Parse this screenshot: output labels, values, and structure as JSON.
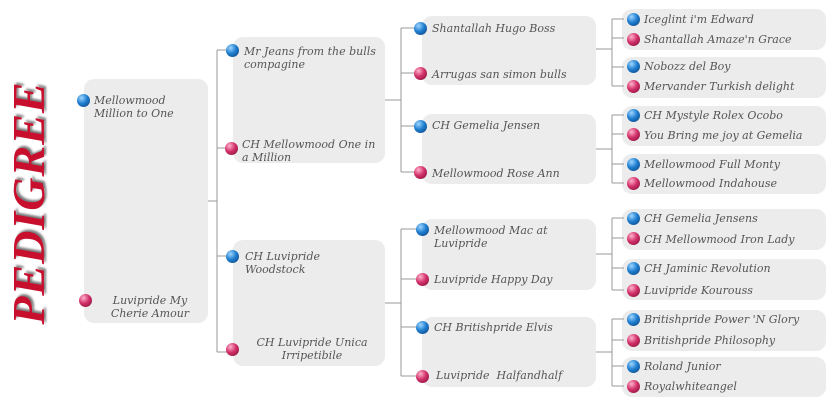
{
  "title": "PEDIGREE",
  "colors": {
    "male": "#1f7fd0",
    "female": "#d2306a",
    "title": "#c8102e",
    "box": "#ececec"
  },
  "gen1": [
    {
      "name": "Mellowmood Million to One",
      "sex": "male"
    },
    {
      "name": "Luvipride My Cherie Amour",
      "sex": "female"
    }
  ],
  "gen2": [
    {
      "name": "Mr Jeans from the bulls compagine",
      "sex": "male"
    },
    {
      "name": "CH Mellowmood One in a Million",
      "sex": "female"
    },
    {
      "name": "CH Luvipride Woodstock",
      "sex": "male"
    },
    {
      "name": "CH Luvipride Unica Irripetibile",
      "sex": "female"
    }
  ],
  "gen3": [
    {
      "name": "Shantallah Hugo Boss",
      "sex": "male"
    },
    {
      "name": "Arrugas san simon bulls",
      "sex": "female"
    },
    {
      "name": "CH Gemelia Jensen",
      "sex": "male"
    },
    {
      "name": "Mellowmood Rose Ann",
      "sex": "female"
    },
    {
      "name": "Mellowmood Mac at Luvipride",
      "sex": "male"
    },
    {
      "name": "Luvipride Happy Day",
      "sex": "female"
    },
    {
      "name": "CH Britishpride Elvis",
      "sex": "male"
    },
    {
      "name": "Luvipride  Halfandhalf",
      "sex": "female"
    }
  ],
  "gen4": [
    {
      "name": "Iceglint i'm Edward",
      "sex": "male"
    },
    {
      "name": "Shantallah Amaze'n Grace",
      "sex": "female"
    },
    {
      "name": "Nobozz del Boy",
      "sex": "male"
    },
    {
      "name": "Mervander Turkish delight",
      "sex": "female"
    },
    {
      "name": "CH Mystyle Rolex Ocobo",
      "sex": "male"
    },
    {
      "name": "You Bring me joy at Gemelia",
      "sex": "female"
    },
    {
      "name": "Mellowmood Full Monty",
      "sex": "male"
    },
    {
      "name": "Mellowmood Indahouse",
      "sex": "female"
    },
    {
      "name": "CH Gemelia Jensens",
      "sex": "male"
    },
    {
      "name": "CH Mellowmood Iron Lady",
      "sex": "female"
    },
    {
      "name": "CH Jaminic Revolution",
      "sex": "male"
    },
    {
      "name": "Luvipride Kourouss",
      "sex": "female"
    },
    {
      "name": "Britishpride Power 'N Glory",
      "sex": "male"
    },
    {
      "name": "Britishpride Philosophy",
      "sex": "female"
    },
    {
      "name": "Roland Junior",
      "sex": "male"
    },
    {
      "name": "Royalwhiteangel",
      "sex": "female"
    }
  ]
}
